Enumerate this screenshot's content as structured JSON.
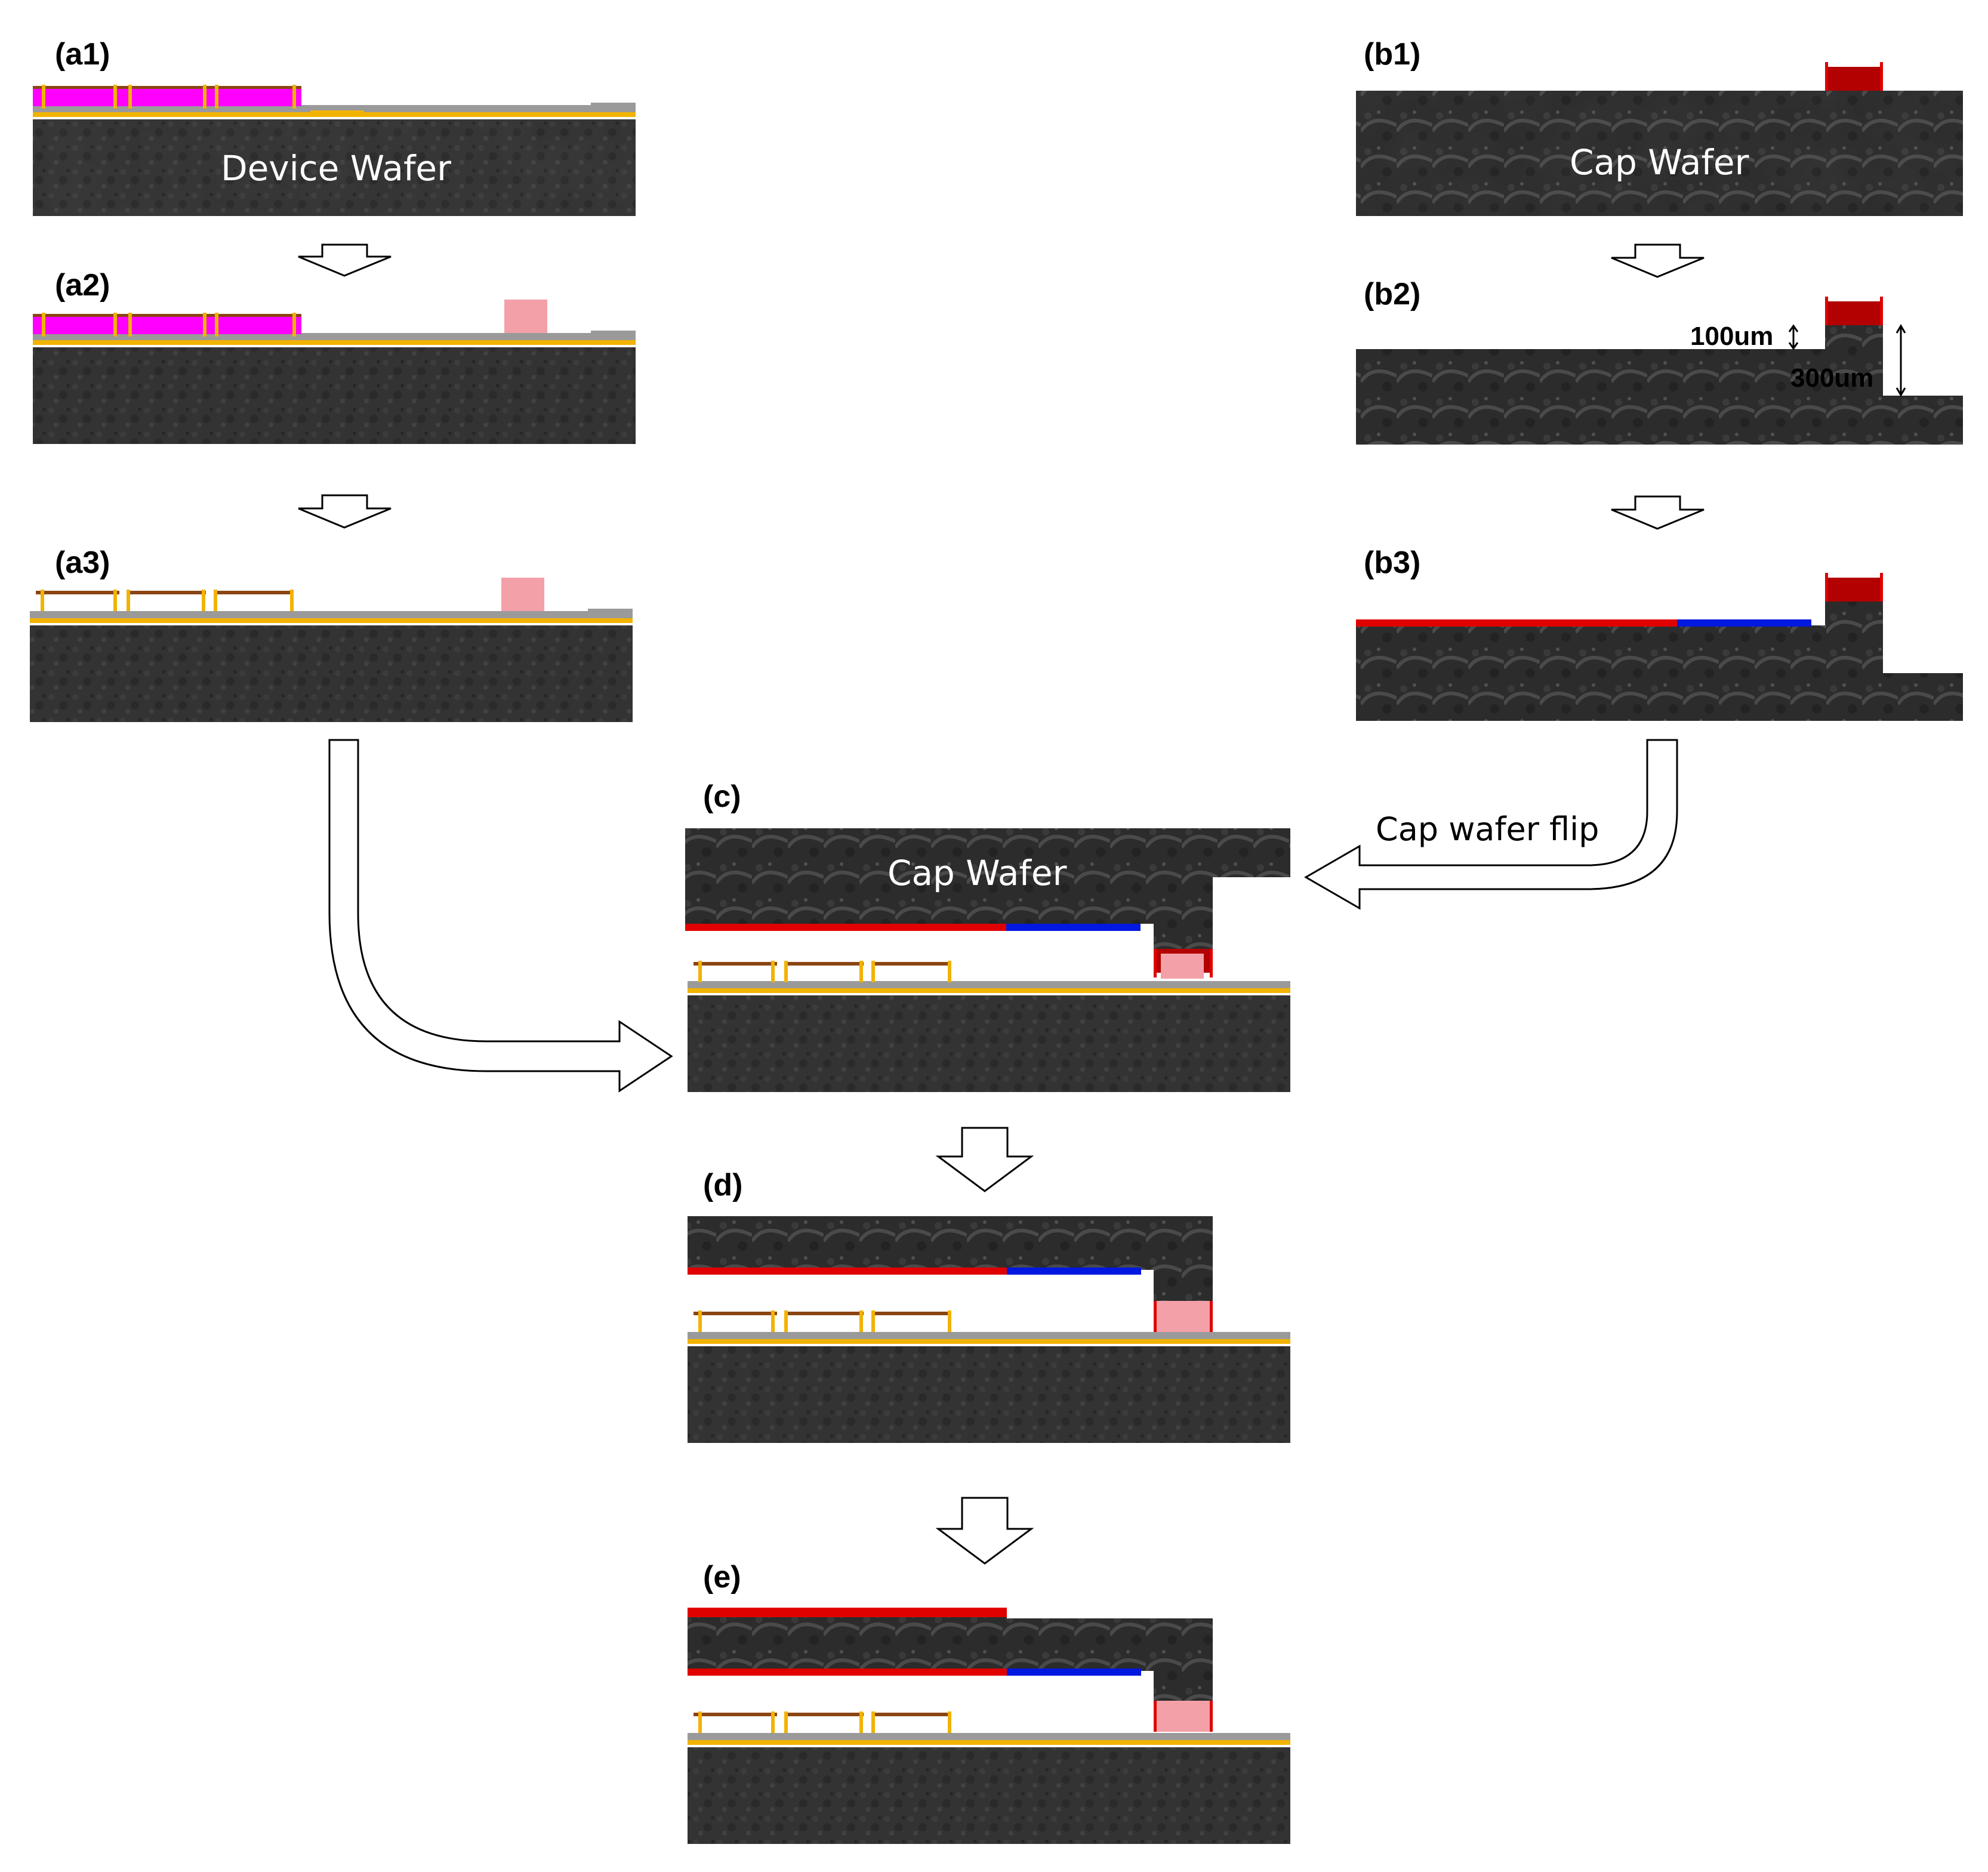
{
  "panels": {
    "a1": "(a1)",
    "a2": "(a2)",
    "a3": "(a3)",
    "b1": "(b1)",
    "b2": "(b2)",
    "b3": "(b3)",
    "c": "(c)",
    "d": "(d)",
    "e": "(e)"
  },
  "wafers": {
    "device": "Device Wafer",
    "cap_b1": "Cap Wafer",
    "cap_c": "Cap Wafer"
  },
  "flow": {
    "flip": "Cap wafer flip"
  },
  "dimensions": {
    "step": "100um",
    "total": "300um"
  },
  "colors": {
    "wafer": "#2e2e2e",
    "magenta_layer": "#ff00ff",
    "pink_block": "#f4a0a8",
    "gold": "#f2b300",
    "gray_layer": "#9a9a9a",
    "red_film": "#e00000",
    "blue_film": "#0018e0",
    "dark_red": "#b30000"
  }
}
